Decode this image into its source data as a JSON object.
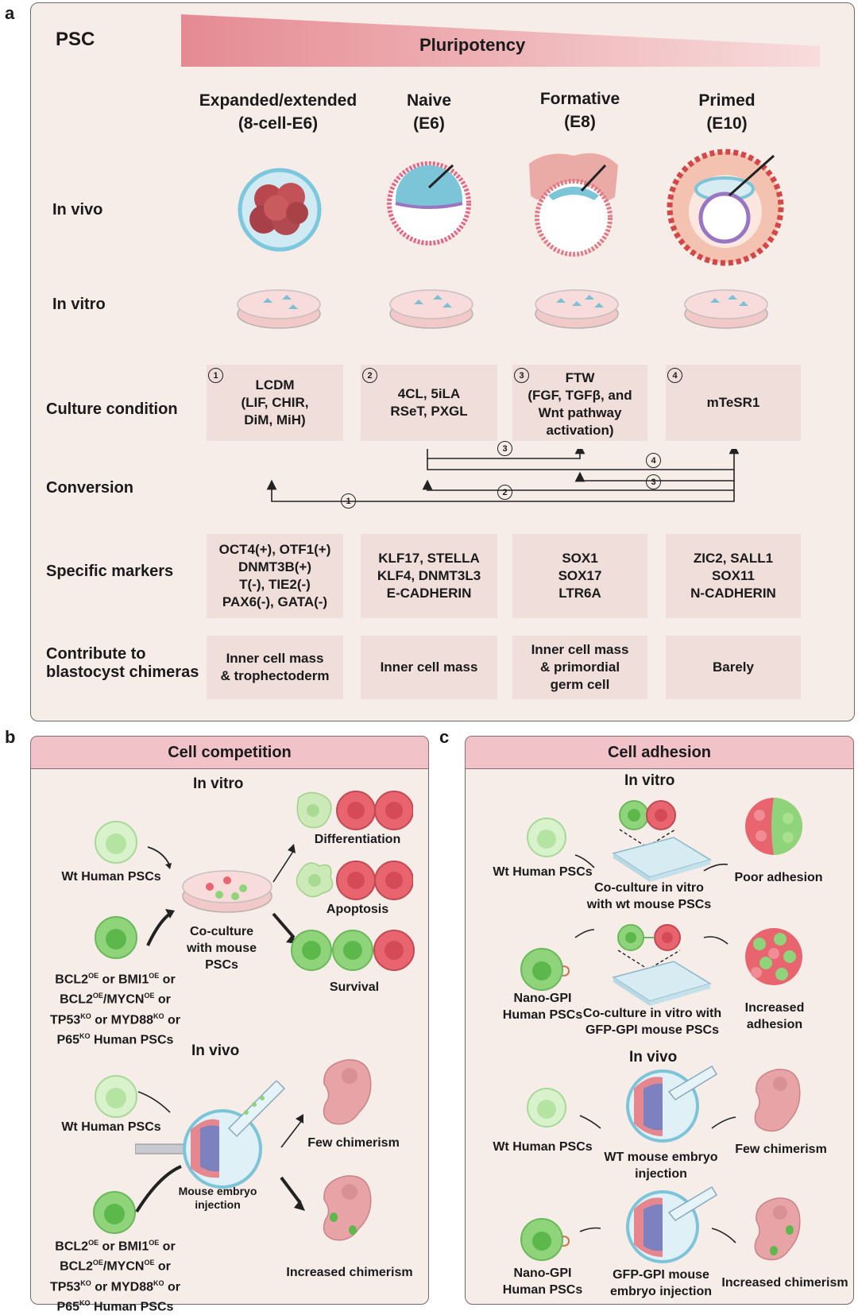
{
  "panel_a": {
    "letter": "a",
    "title": "PSC",
    "gradient_label": "Pluripotency",
    "stages": [
      {
        "name": "Expanded/extended",
        "stage": "(8-cell-E6)"
      },
      {
        "name": "Naive",
        "stage": "(E6)"
      },
      {
        "name": "Formative",
        "stage": "(E8)"
      },
      {
        "name": "Primed",
        "stage": "(E10)"
      }
    ],
    "row_labels": {
      "in_vivo": "In vivo",
      "in_vitro": "In vitro",
      "culture": "Culture condition",
      "conversion": "Conversion",
      "markers": "Specific markers",
      "chimera_1": "Contribute to",
      "chimera_2": "blastocyst chimeras"
    },
    "culture": [
      {
        "num": "1",
        "lines": [
          "LCDM",
          "(LIF, CHIR,",
          "DiM, MiH)"
        ]
      },
      {
        "num": "2",
        "lines": [
          "4CL, 5iLA",
          "RSeT, PXGL"
        ]
      },
      {
        "num": "3",
        "lines": [
          "FTW",
          "(FGF, TGFβ, and",
          "Wnt pathway",
          "activation)"
        ]
      },
      {
        "num": "4",
        "lines": [
          "mTeSR1"
        ]
      }
    ],
    "conversion_nums": [
      "3",
      "4",
      "3",
      "1",
      "2"
    ],
    "markers": [
      [
        "OCT4(+), OTF1(+)",
        "DNMT3B(+)",
        "T(-), TIE2(-)",
        "PAX6(-), GATA(-)"
      ],
      [
        "KLF17, STELLA",
        "KLF4, DNMT3L3",
        "E-CADHERIN"
      ],
      [
        "SOX1",
        "SOX17",
        "LTR6A"
      ],
      [
        "ZIC2, SALL1",
        "SOX11",
        "N-CADHERIN"
      ]
    ],
    "chimeras": [
      [
        "Inner cell mass",
        "& trophectoderm"
      ],
      [
        "Inner cell mass"
      ],
      [
        "Inner cell mass",
        "& primordial",
        "germ cell"
      ],
      [
        "Barely"
      ]
    ]
  },
  "panel_b": {
    "letter": "b",
    "header": "Cell competition",
    "in_vitro": "In vitro",
    "in_vivo": "In vivo",
    "wt": "Wt Human PSCs",
    "wt2": "Wt Human PSCs",
    "coculture": [
      "Co-culture",
      "with mouse",
      "PSCs"
    ],
    "outcomes": [
      "Differentiation",
      "Apoptosis",
      "Survival"
    ],
    "mutant_lines": [
      "BCL2",
      "OE",
      " or BMI1",
      "OE",
      " or",
      "BCL2",
      "OE",
      "/MYCN",
      "OE",
      " or",
      "TP53",
      "KO",
      " or MYD88",
      "KO",
      " or",
      "P65",
      "KO",
      " Human PSCs"
    ],
    "injection": [
      "Mouse embryo",
      "injection"
    ],
    "few": "Few chimerism",
    "increased": "Increased chimerism"
  },
  "panel_c": {
    "letter": "c",
    "header": "Cell adhesion",
    "in_vitro": "In vitro",
    "in_vivo": "In vivo",
    "wt": "Wt Human PSCs",
    "wt2": "Wt Human PSCs",
    "coculture1": [
      "Co-culture in vitro",
      "with wt mouse PSCs"
    ],
    "poor": "Poor adhesion",
    "nano1": [
      "Nano-GPI",
      "Human PSCs"
    ],
    "coculture2": [
      "Co-culture in vitro with",
      "GFP-GPI mouse PSCs"
    ],
    "increased_adh": [
      "Increased",
      "adhesion"
    ],
    "wt_inj": [
      "WT mouse embryo",
      "injection"
    ],
    "few": "Few chimerism",
    "nano2": [
      "Nano-GPI",
      "Human PSCs"
    ],
    "gfp_inj": [
      "GFP-GPI mouse",
      "embryo injection"
    ],
    "increased": "Increased chimerism"
  },
  "colors": {
    "panel_bg": "#f6ede9",
    "box_bg": "#efdeda",
    "header_pink": "#f1c3c9",
    "cell_green": "#8fd47a",
    "cell_red": "#e8646e",
    "embryo_pink": "#e7a3a5"
  }
}
